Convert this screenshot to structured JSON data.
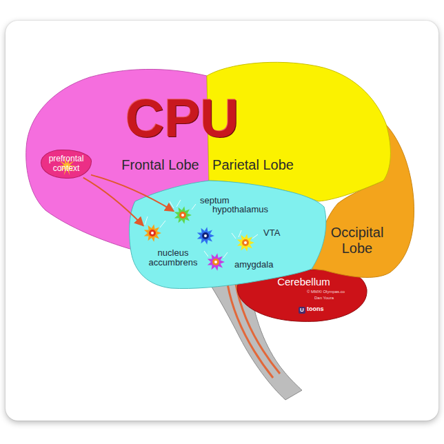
{
  "diagram": {
    "nodes": [
      {
        "text": [
          "Frontal Lobe"
        ]
      },
      {
        "text": [
          "Parietal Lobe"
        ]
      },
      {
        "text": [
          "prefrontal context"
        ]
      },
      {
        "text": [
          "septum"
        ]
      },
      {
        "text": [
          "hypothalamus"
        ]
      },
      {
        "text": [
          "nucleus accumbrens"
        ]
      },
      {
        "text": [
          "VTA"
        ]
      },
      {
        "text": [
          "amygdala"
        ]
      },
      {
        "text": [
          "Occipital Lobe"
        ]
      },
      {
        "text": [
          "Cerebellum"
        ]
      }
    ],
    "edges": [
      {
        "from": 2,
        "to": 3,
        "arrow": "to"
      },
      {
        "from": 2,
        "to": 5,
        "arrow": "to"
      }
    ],
    "labels": [
      "CPU",
      "© MMXI Olympas.co",
      "Dan Youra",
      "U",
      "toons"
    ]
  }
}
